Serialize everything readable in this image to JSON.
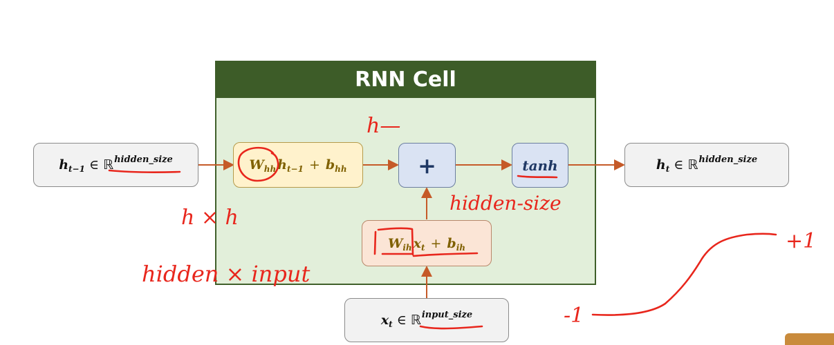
{
  "diagram": {
    "title": "RNN Cell",
    "inputs": {
      "prev_hidden": {
        "symbol": "h",
        "subscript": "t−1",
        "set": "ℝ",
        "dimension": "hidden_size"
      },
      "input": {
        "symbol": "x",
        "subscript": "t",
        "set": "ℝ",
        "dimension": "input_size"
      }
    },
    "output": {
      "symbol": "h",
      "subscript": "t",
      "set": "ℝ",
      "dimension": "hidden_size"
    },
    "hidden_transform": {
      "weight": "W",
      "weight_sub": "hh",
      "var": "h",
      "var_sub": "t−1",
      "op": "+",
      "bias": "b",
      "bias_sub": "hh"
    },
    "input_transform": {
      "weight": "W",
      "weight_sub": "ih",
      "var": "x",
      "var_sub": "t",
      "op": "+",
      "bias": "b",
      "bias_sub": "ih"
    },
    "sum_node": {
      "label": "+"
    },
    "activation_node": {
      "label": "tanh"
    },
    "colors": {
      "header": "#3d5c28",
      "cell_fill": "#e2efda",
      "arrow": "#c55a28",
      "annotation_ink": "#e8261c"
    }
  },
  "annotations": {
    "h_dash": "h—",
    "hidden_size": "hidden-size",
    "h_x_h": "h × h",
    "hidden_x_input": "hidden × input",
    "plus_one": "+1",
    "minus_one": "-1"
  }
}
